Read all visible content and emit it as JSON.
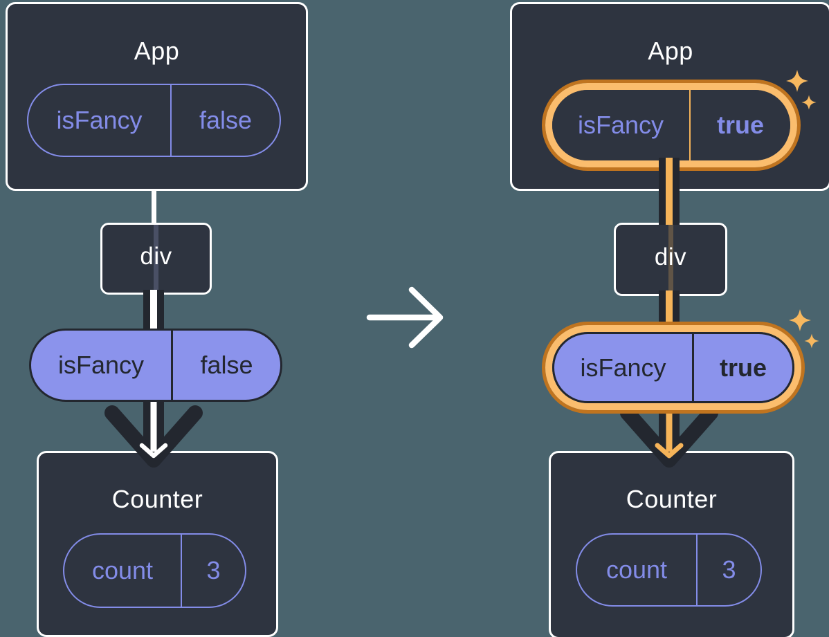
{
  "colors": {
    "background": "#4a646e",
    "card": "#2e3440",
    "ink": "#23272f",
    "white": "#ffffff",
    "purple": "#8b93ec",
    "purple_line": "#838ce8",
    "orange_deep": "#c0741f",
    "orange_light": "#fbbd6d",
    "orange_line": "#f6b459",
    "sparkle": "#f7b85f"
  },
  "panels": {
    "before": {
      "app": {
        "title": "App"
      },
      "app_state": {
        "key": "isFancy",
        "value": "false"
      },
      "dom": {
        "tag": "div"
      },
      "prop": {
        "key": "isFancy",
        "value": "false"
      },
      "counter": {
        "title": "Counter"
      },
      "counter_state": {
        "key": "count",
        "value": "3"
      }
    },
    "after": {
      "app": {
        "title": "App"
      },
      "app_state": {
        "key": "isFancy",
        "value": "true"
      },
      "dom": {
        "tag": "div"
      },
      "prop": {
        "key": "isFancy",
        "value": "true"
      },
      "counter": {
        "title": "Counter"
      },
      "counter_state": {
        "key": "count",
        "value": "3"
      }
    }
  },
  "icons": {
    "transition_arrow": "right-arrow",
    "prop_arrow": "down-arrow",
    "sparkle": "four-point-star"
  }
}
